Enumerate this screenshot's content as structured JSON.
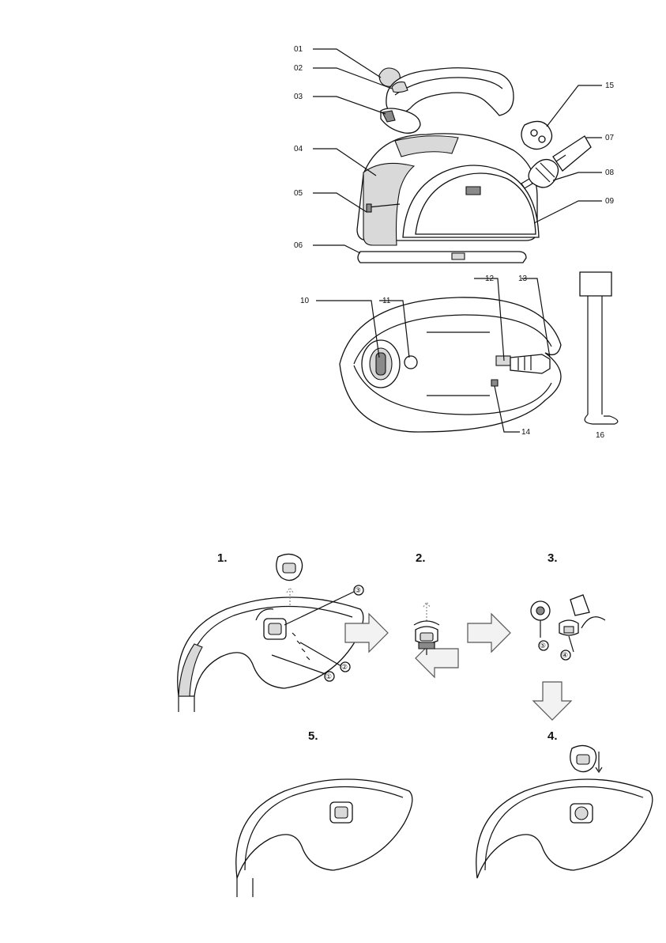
{
  "exploded_view": {
    "callouts": [
      {
        "id": "01",
        "label": "01"
      },
      {
        "id": "02",
        "label": "02"
      },
      {
        "id": "03",
        "label": "03"
      },
      {
        "id": "04",
        "label": "04"
      },
      {
        "id": "05",
        "label": "05"
      },
      {
        "id": "06",
        "label": "06"
      },
      {
        "id": "07",
        "label": "07"
      },
      {
        "id": "08",
        "label": "08"
      },
      {
        "id": "09",
        "label": "09"
      },
      {
        "id": "10",
        "label": "10"
      },
      {
        "id": "11",
        "label": "11"
      },
      {
        "id": "12",
        "label": "12"
      },
      {
        "id": "13",
        "label": "13"
      },
      {
        "id": "14",
        "label": "14"
      },
      {
        "id": "15",
        "label": "15"
      },
      {
        "id": "16",
        "label": "16"
      }
    ]
  },
  "steps": {
    "s1": "1.",
    "s2": "2.",
    "s3": "3.",
    "s4": "4.",
    "s5": "5."
  },
  "circled": {
    "c1": "①",
    "c2": "②",
    "c3": "③",
    "c4": "④",
    "c5": "⑤"
  }
}
